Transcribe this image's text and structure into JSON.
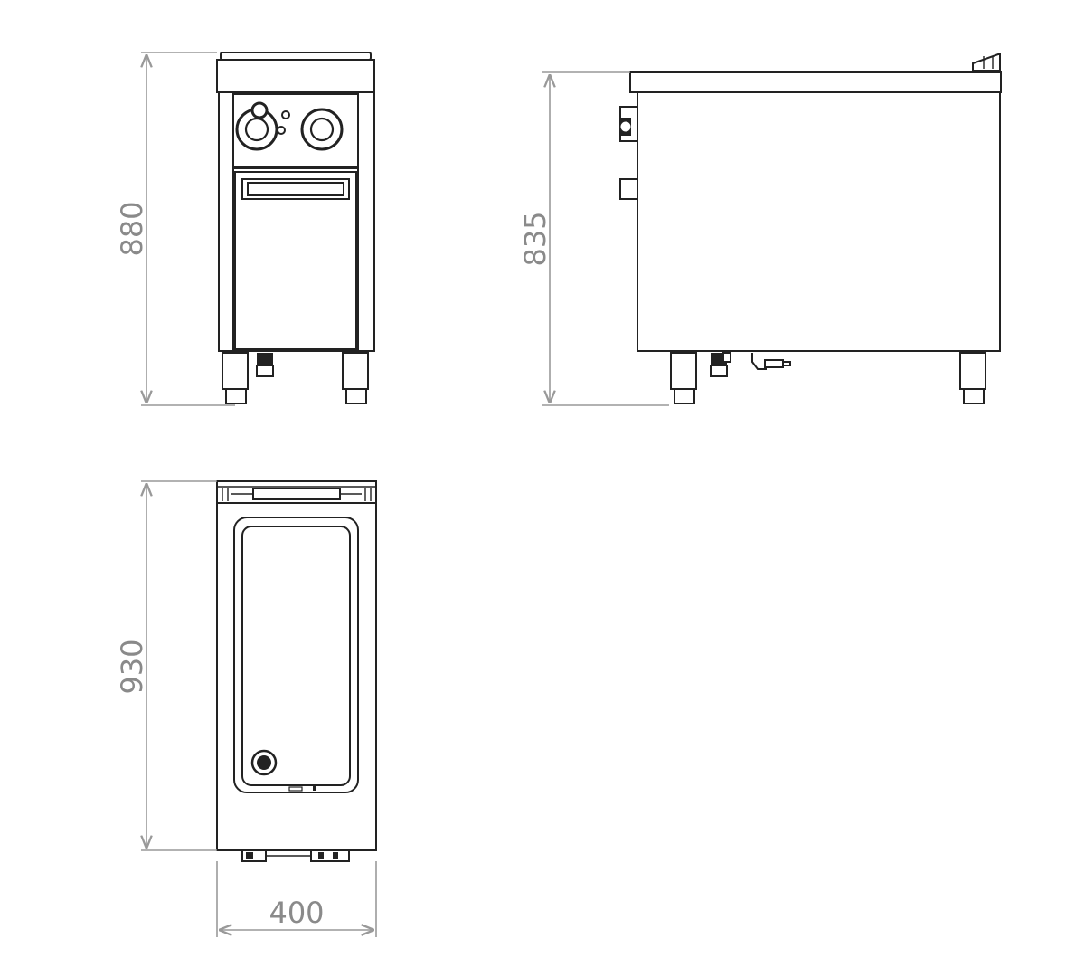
{
  "dimensions": {
    "front_height": "880",
    "side_height": "835",
    "top_depth": "930",
    "top_width": "400"
  },
  "colors": {
    "line": "#222222",
    "dimension_line": "#999999",
    "dimension_text": "#8a8a8a",
    "background": "#ffffff"
  }
}
